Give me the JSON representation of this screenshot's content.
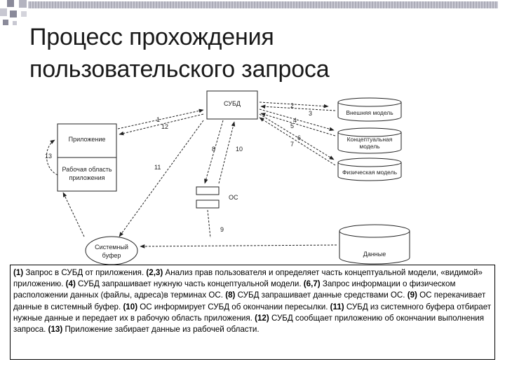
{
  "title": {
    "line1": "Процесс прохождения",
    "line2": "пользовательского запроса"
  },
  "diagram": {
    "nodes": {
      "dbms": "СУБД",
      "app": "Приложение",
      "workarea_l1": "Рабочая область",
      "workarea_l2": "приложения",
      "os": "ОС",
      "sysbuf_l1": "Системный",
      "sysbuf_l2": "буфер",
      "ext_model": "Внешняя модель",
      "concept_l1": "Концептуальная",
      "concept_l2": "модель",
      "phys_model": "Физическая модель",
      "data": "Данные"
    },
    "labels": {
      "n1": "1",
      "n2": "2",
      "n3": "3",
      "n4": "4",
      "n5": "5",
      "n6": "6",
      "n7": "7",
      "n8": "8",
      "n9": "9",
      "n10": "10",
      "n11": "11",
      "n12": "12",
      "n13": "13"
    }
  },
  "description": [
    {
      "num": "(1)",
      "text": " Запрос в СУБД от приложения. "
    },
    {
      "num": "(2,3)",
      "text": " Анализ прав пользователя и определяет часть концептуальной модели, «видимой» приложению. "
    },
    {
      "num": "(4)",
      "text": " СУБД запрашивает нужную  часть концептуальной модели. "
    },
    {
      "num": "(6,7)",
      "text": " Запрос информации о физическом расположении данных (файлы, адреса)в терминах ОС. "
    },
    {
      "num": "(8)",
      "text": " СУБД запрашивает данные средствами ОС. "
    },
    {
      "num": "(9)",
      "text": " ОС перекачивает данные в системный буфер. "
    },
    {
      "num": "(10)",
      "text": " ОС информирует СУБД об окончании пересылки. "
    },
    {
      "num": "(11)",
      "text": " СУБД из системного  буфера отбирает нужные данные и передает их в рабочую область приложения. "
    },
    {
      "num": "(12)",
      "text": " СУБД сообщает приложению об окончании выполнения  запроса. "
    },
    {
      "num": "(13)",
      "text": " Приложение забирает данные из рабочей области."
    }
  ],
  "colors": {
    "deco_dark": "#8a8a9a",
    "deco_light": "#c8c8d2",
    "line": "#222222"
  }
}
